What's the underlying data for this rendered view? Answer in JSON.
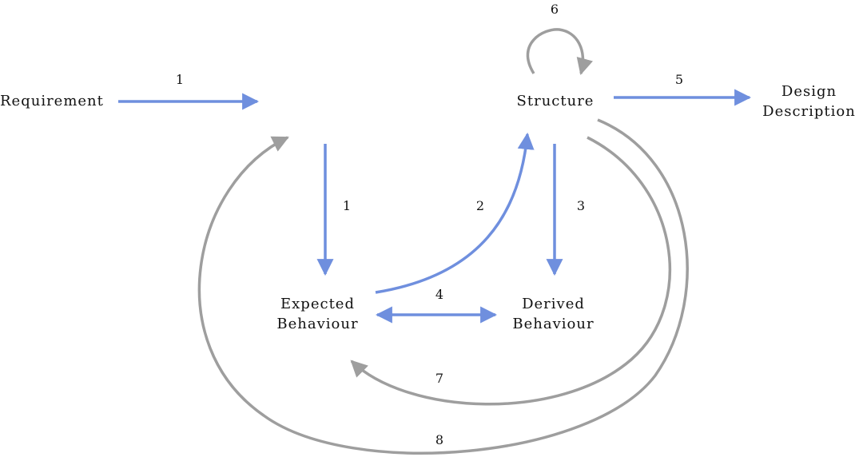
{
  "colors": {
    "blue": "#6f8fde",
    "gray": "#9e9e9e",
    "text": "#111111"
  },
  "nodes": {
    "requirement": "Requirement",
    "structure": "Structure",
    "design_line1": "Design",
    "design_line2": "Description",
    "expected_line1": "Expected",
    "expected_line2": "Behaviour",
    "derived_line1": "Derived",
    "derived_line2": "Behaviour"
  },
  "edges": {
    "req_to_function": "1",
    "function_to_expected": "1",
    "expected_to_structure": "2",
    "structure_to_derived": "3",
    "expected_derived_compare": "4",
    "structure_to_design": "5",
    "structure_self_loop": "6",
    "structure_to_expected": "7",
    "structure_to_function": "8"
  }
}
